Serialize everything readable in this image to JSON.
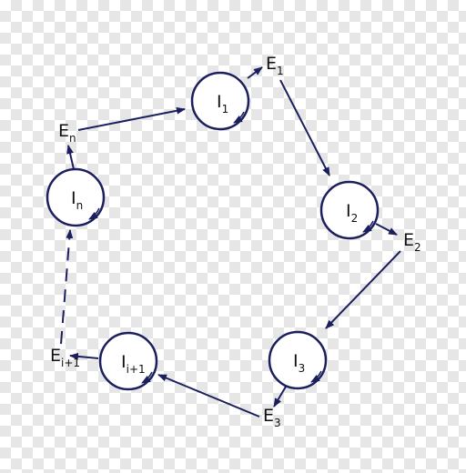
{
  "colors": {
    "line": "#1c1f5e",
    "circle_fill": "#ffffff",
    "text": "#111111"
  },
  "nodes": [
    {
      "id": "I1",
      "base": "I",
      "sub": "1"
    },
    {
      "id": "I2",
      "base": "I",
      "sub": "2"
    },
    {
      "id": "I3",
      "base": "I",
      "sub": "3"
    },
    {
      "id": "Ii1",
      "base": "I",
      "sub": "i+1"
    },
    {
      "id": "In",
      "base": "I",
      "sub": "n"
    }
  ],
  "events": [
    {
      "id": "E1",
      "base": "E",
      "sub": "1"
    },
    {
      "id": "E2",
      "base": "E",
      "sub": "2"
    },
    {
      "id": "E3",
      "base": "E",
      "sub": "3"
    },
    {
      "id": "Ei1",
      "base": "E",
      "sub": "i+1"
    },
    {
      "id": "En",
      "base": "E",
      "sub": "n"
    }
  ],
  "edges": [
    {
      "from": "I1",
      "to": "E1",
      "style": "solid"
    },
    {
      "from": "E1",
      "to": "I2",
      "style": "solid"
    },
    {
      "from": "I2",
      "to": "E2",
      "style": "solid"
    },
    {
      "from": "E2",
      "to": "I3",
      "style": "solid"
    },
    {
      "from": "I3",
      "to": "E3",
      "style": "solid"
    },
    {
      "from": "E3",
      "to": "Ii1",
      "style": "solid"
    },
    {
      "from": "Ii1",
      "to": "Ei1",
      "style": "solid"
    },
    {
      "from": "Ei1",
      "to": "In",
      "style": "dashed"
    },
    {
      "from": "In",
      "to": "En",
      "style": "solid"
    },
    {
      "from": "En",
      "to": "I1",
      "style": "solid"
    }
  ]
}
